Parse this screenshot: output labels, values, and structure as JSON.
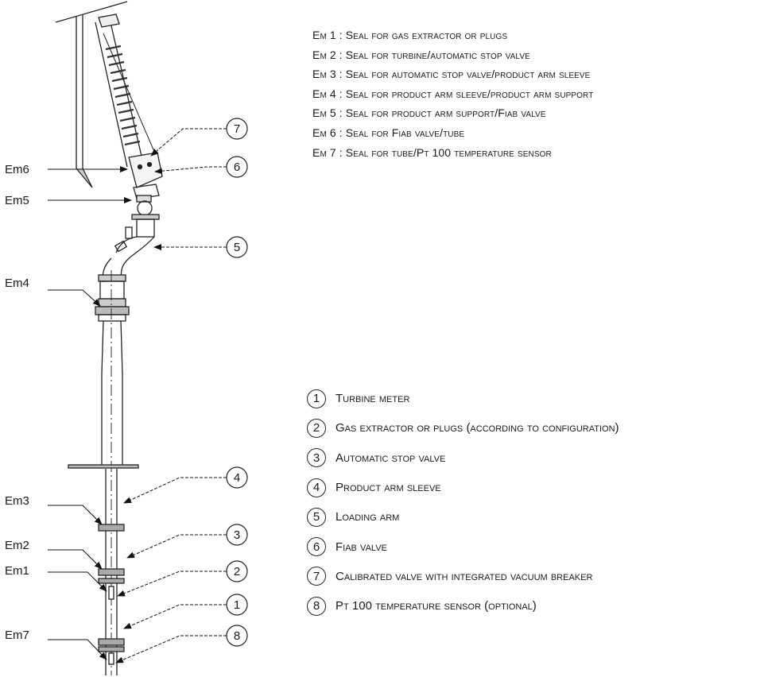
{
  "seals": [
    {
      "code": "Em 1",
      "description": "Seal for gas extractor or plugs"
    },
    {
      "code": "Em 2",
      "description": "Seal for turbine/automatic stop valve"
    },
    {
      "code": "Em 3",
      "description": "Seal for automatic stop valve/product arm sleeve"
    },
    {
      "code": "Em 4",
      "description": "Seal for product arm sleeve/product arm support"
    },
    {
      "code": "Em 5",
      "description": "Seal for product arm support/Fiab valve"
    },
    {
      "code": "Em 6",
      "description": "Seal for Fiab valve/tube"
    },
    {
      "code": "Em 7",
      "description": "Seal for tube/Pt 100 temperature sensor"
    }
  ],
  "items": [
    {
      "num": "1",
      "label": "Turbine meter"
    },
    {
      "num": "2",
      "label": "Gas extractor or plugs (according to configuration)"
    },
    {
      "num": "3",
      "label": "Automatic stop valve"
    },
    {
      "num": "4",
      "label": "Product arm sleeve"
    },
    {
      "num": "5",
      "label": "Loading arm"
    },
    {
      "num": "6",
      "label": "Fiab valve"
    },
    {
      "num": "7",
      "label": "Calibrated valve with integrated vacuum breaker"
    },
    {
      "num": "8",
      "label": "Pt 100 temperature sensor (optional)"
    }
  ],
  "drawing_labels": {
    "em6": "Em6",
    "em5": "Em5",
    "em4": "Em4",
    "em3": "Em3",
    "em2": "Em2",
    "em1": "Em1",
    "em7": "Em7",
    "c7": "7",
    "c6": "6",
    "c5": "5",
    "c4": "4",
    "c3": "3",
    "c2": "2",
    "c1": "1",
    "c8": "8"
  }
}
